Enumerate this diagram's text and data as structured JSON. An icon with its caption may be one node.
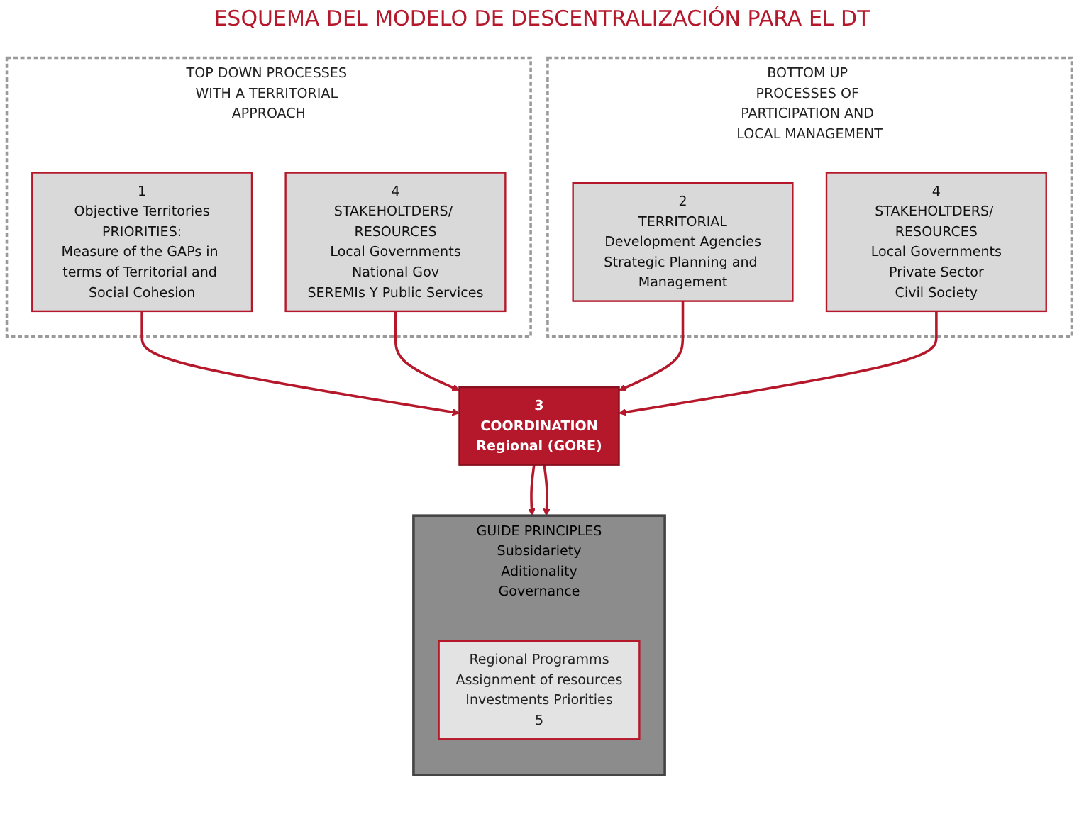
{
  "diagram": {
    "title": "ESQUEMA DEL MODELO DE DESCENTRALIZACIÓN PARA EL DT",
    "nodes": [
      {
        "text": [
          "TOP DOWN PROCESSES WITH A TERRITORIAL APPROACH"
        ]
      },
      {
        "text": [
          "1",
          "Objective Territories",
          "PRIORITIES:",
          "Measure of the GAPs in terms of Territorial and Social Cohesion"
        ],
        "in": 0
      },
      {
        "text": [
          "4",
          "STAKEHOLTDERS/ RESOURCES",
          "Local Governments",
          "National Gov",
          "SEREMIs Y Public Services"
        ],
        "in": 0
      },
      {
        "text": [
          "3",
          "COORDINATION",
          "Regional (GORE)"
        ]
      },
      {
        "text": [
          "BOTTOM UP PROCESSES OF PARTICIPATION AND LOCAL MANAGEMENT"
        ]
      },
      {
        "text": [
          "2",
          "TERRITORIAL",
          "Development Agencies",
          "Strategic Planning and Management"
        ],
        "in": 4
      },
      {
        "text": [
          "4",
          "STAKEHOLTDERS/ RESOURCES",
          "Local Governments",
          "Private Sector",
          "Civil Society"
        ],
        "in": 4
      },
      {
        "text": [
          "GUIDE PRINCIPLES",
          "Subsidariety",
          "Aditionality",
          "Governance"
        ]
      },
      {
        "text": [
          "Regional Programms",
          "Assignment of resources",
          "Investments Priorities",
          "5"
        ],
        "in": 7
      }
    ],
    "edges": [
      {
        "from": 1,
        "to": 3,
        "arrow": "to"
      },
      {
        "from": 2,
        "to": 3,
        "arrow": "to"
      },
      {
        "from": 5,
        "to": 3,
        "arrow": "to"
      },
      {
        "from": 6,
        "to": 3,
        "arrow": "to"
      },
      {
        "from": 3,
        "to": 7,
        "arrow": "to"
      },
      {
        "from": 3,
        "to": 7,
        "arrow": "to"
      }
    ]
  }
}
